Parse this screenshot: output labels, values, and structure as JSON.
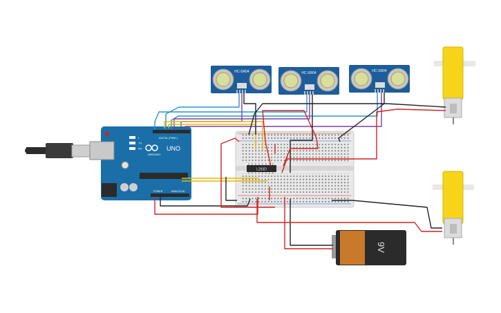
{
  "sensors": [
    {
      "label": "HC-SR04"
    },
    {
      "label": "HC-SR04"
    },
    {
      "label": "HC-SR04"
    }
  ],
  "arduino": {
    "brand": "ARDUINO",
    "model": "UNO",
    "header_top": "DIGITAL (PWM~)",
    "header_power": "POWER",
    "header_analog": "ANALOG IN",
    "led_tx": "TX",
    "led_rx": "RX",
    "led_l": "L"
  },
  "driver": {
    "label": "L293D"
  },
  "battery": {
    "label": "9V"
  },
  "colors": {
    "sensor_blue": "#1d5d9b",
    "arduino_blue": "#1a6fa8",
    "motor_yellow": "#f7d417",
    "wire_red": "#d42020",
    "wire_black": "#222222",
    "wire_blue": "#2a8fd6",
    "wire_purple": "#7b3fa8",
    "wire_yellow": "#e8b800",
    "battery_orange": "#c87a2a"
  }
}
